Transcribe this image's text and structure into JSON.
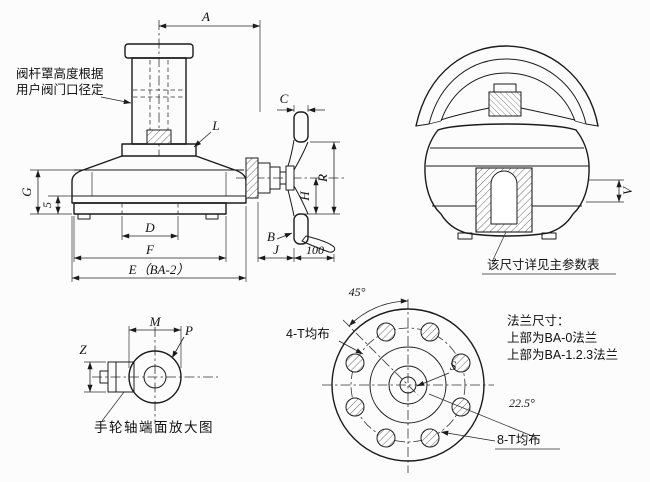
{
  "front_view": {
    "stem_note_line1": "阀杆罩高度根据",
    "stem_note_line2": "用户阀门口径定",
    "dim_a": "A",
    "dim_l": "L",
    "dim_c": "C",
    "dim_r": "R",
    "dim_h": "H",
    "dim_g": "G",
    "dim_5": "5",
    "dim_d": "D",
    "dim_b": "B",
    "dim_f": "F",
    "dim_j": "J",
    "dim_100": "100",
    "dim_e_ba2": "E（BA-2）"
  },
  "perspective_view": {
    "dim_v": "V",
    "note": "该尺寸详见主参数表"
  },
  "shaft_end_view": {
    "dim_m": "M",
    "dim_p": "P",
    "dim_z": "Z",
    "caption": "手轮轴端面放大图"
  },
  "flange_view": {
    "angle_45": "45°",
    "label_4t": "4-T均布",
    "dim_s": "S",
    "angle_22_5": "22.5°",
    "label_8t": "8-T均布",
    "notes": [
      "法兰尺寸：",
      "上部为BA-0法兰",
      "上部为BA-1.2.3法兰"
    ]
  }
}
